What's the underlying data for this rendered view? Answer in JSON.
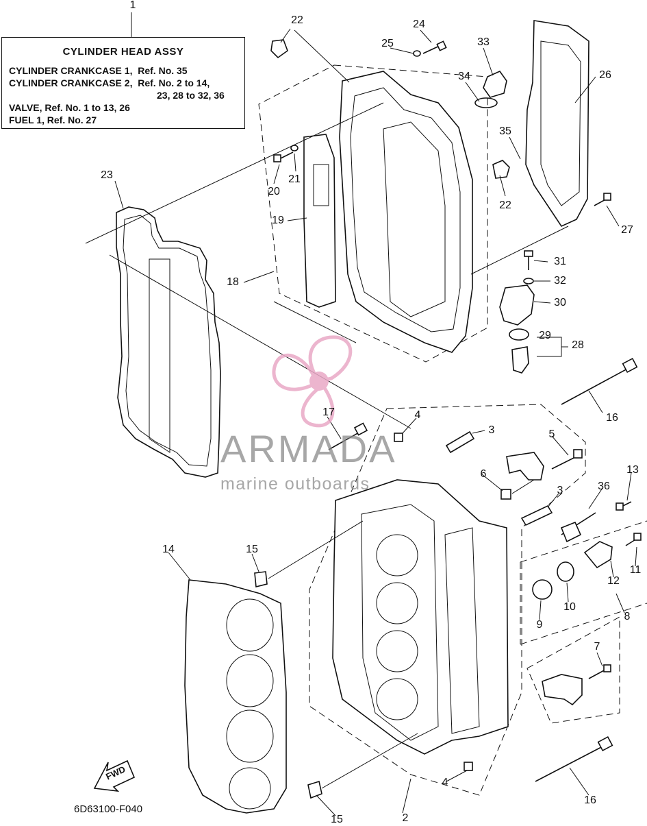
{
  "info_box": {
    "ref_number": "1",
    "title": "CYLINDER HEAD ASSY",
    "lines": [
      "CYLINDER CRANKCASE 1,  Ref. No. 35",
      "CYLINDER CRANKCASE 2,  Ref. No. 2 to 14,",
      "23, 28 to 32, 36",
      "VALVE, Ref. No. 1 to 13, 26",
      "FUEL 1, Ref. No. 27"
    ]
  },
  "callouts": {
    "c2": "2",
    "c3a": "3",
    "c3b": "3",
    "c4a": "4",
    "c4b": "4",
    "c5": "5",
    "c6": "6",
    "c7": "7",
    "c8": "8",
    "c9": "9",
    "c10": "10",
    "c11": "11",
    "c12": "12",
    "c13": "13",
    "c14": "14",
    "c15a": "15",
    "c15b": "15",
    "c16a": "16",
    "c16b": "16",
    "c17": "17",
    "c18": "18",
    "c19": "19",
    "c20": "20",
    "c21": "21",
    "c22a": "22",
    "c22b": "22",
    "c23": "23",
    "c24": "24",
    "c25": "25",
    "c26": "26",
    "c27": "27",
    "c28": "28",
    "c29": "29",
    "c30": "30",
    "c31": "31",
    "c32": "32",
    "c33": "33",
    "c34": "34",
    "c35": "35",
    "c36": "36"
  },
  "direction_label": "FWD",
  "drawing_code": "6D63100-F040",
  "watermark": {
    "brand": "ARMADA",
    "tagline": "marine outboards",
    "logo_color": "#e9a9c6",
    "text_color": "#8a8a8a"
  }
}
